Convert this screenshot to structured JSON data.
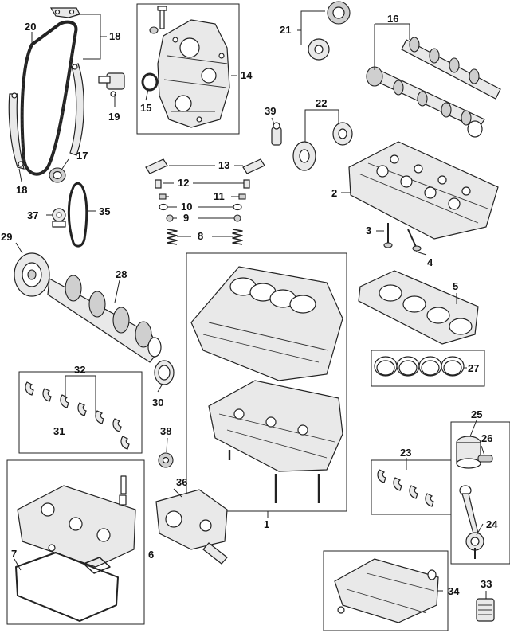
{
  "diagram": {
    "callouts": [
      {
        "id": "c1",
        "text": "1"
      },
      {
        "id": "c2",
        "text": "2"
      },
      {
        "id": "c3",
        "text": "3"
      },
      {
        "id": "c4",
        "text": "4"
      },
      {
        "id": "c5",
        "text": "5"
      },
      {
        "id": "c6",
        "text": "6"
      },
      {
        "id": "c7",
        "text": "7"
      },
      {
        "id": "c8",
        "text": "8"
      },
      {
        "id": "c9",
        "text": "9"
      },
      {
        "id": "c10",
        "text": "10"
      },
      {
        "id": "c11",
        "text": "11"
      },
      {
        "id": "c12",
        "text": "12"
      },
      {
        "id": "c13",
        "text": "13"
      },
      {
        "id": "c14",
        "text": "14"
      },
      {
        "id": "c15",
        "text": "15"
      },
      {
        "id": "c16",
        "text": "16"
      },
      {
        "id": "c17",
        "text": "17"
      },
      {
        "id": "c18a",
        "text": "18"
      },
      {
        "id": "c18b",
        "text": "18"
      },
      {
        "id": "c19",
        "text": "19"
      },
      {
        "id": "c20",
        "text": "20"
      },
      {
        "id": "c21",
        "text": "21"
      },
      {
        "id": "c22",
        "text": "22"
      },
      {
        "id": "c23",
        "text": "23"
      },
      {
        "id": "c24",
        "text": "24"
      },
      {
        "id": "c25",
        "text": "25"
      },
      {
        "id": "c26",
        "text": "26"
      },
      {
        "id": "c27",
        "text": "27"
      },
      {
        "id": "c28",
        "text": "28"
      },
      {
        "id": "c29",
        "text": "29"
      },
      {
        "id": "c30",
        "text": "30"
      },
      {
        "id": "c31",
        "text": "31"
      },
      {
        "id": "c32",
        "text": "32"
      },
      {
        "id": "c33",
        "text": "33"
      },
      {
        "id": "c34",
        "text": "34"
      },
      {
        "id": "c35",
        "text": "35"
      },
      {
        "id": "c36",
        "text": "36"
      },
      {
        "id": "c37",
        "text": "37"
      },
      {
        "id": "c38",
        "text": "38"
      },
      {
        "id": "c39",
        "text": "39"
      }
    ]
  }
}
